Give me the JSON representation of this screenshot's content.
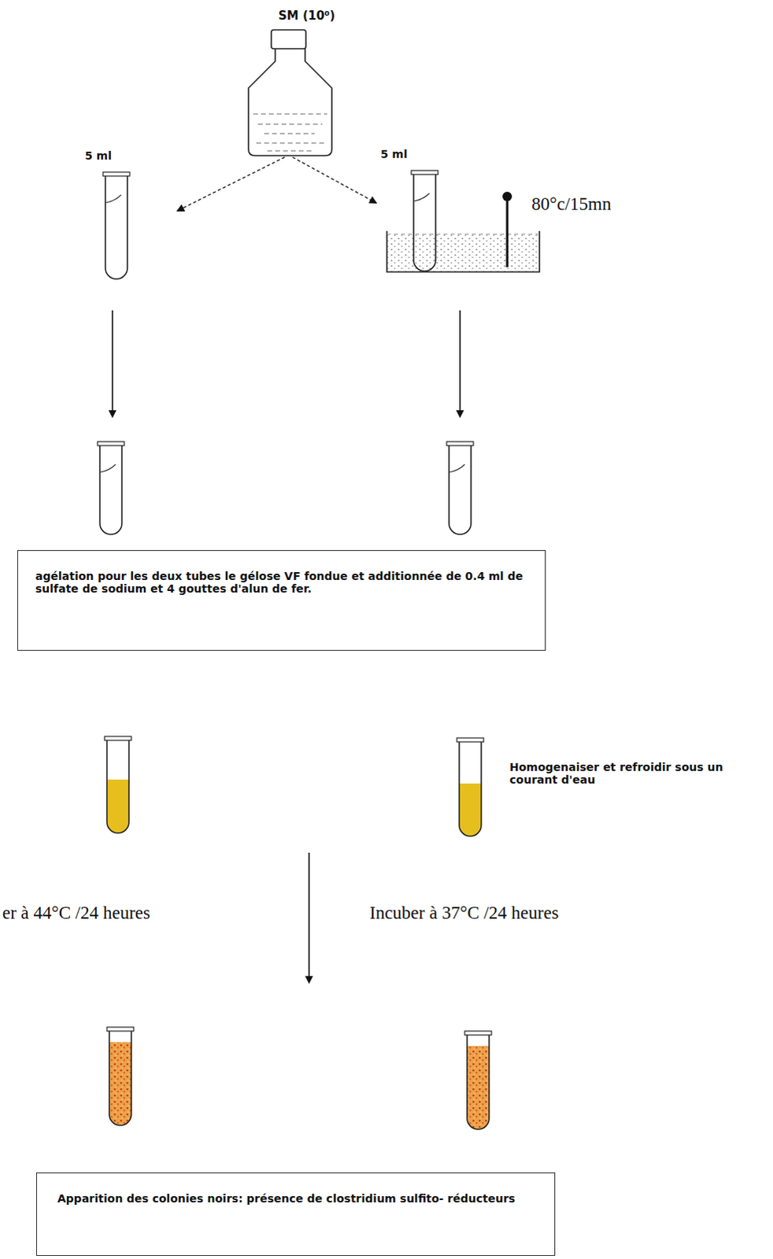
{
  "diagram": {
    "title": "SM (10⁰)",
    "nodes": [
      {
        "text": [
          "agélation pour les deux tubes le gélose VF fondue et additionnée de 0.4 ml de sulfate de sodium et 4 gouttes d'alun de fer."
        ]
      },
      {
        "text": [
          "Apparition des colonies noirs: présence de clostridium sulfito- réducteurs"
        ]
      }
    ],
    "labels": [
      "5 ml",
      "5 ml",
      "80°c/15mn",
      "Homogenaiser et refroidir sous un courant d'eau",
      "er à 44°C /24 heures",
      "Incuber à 37°C /24 heures"
    ]
  }
}
